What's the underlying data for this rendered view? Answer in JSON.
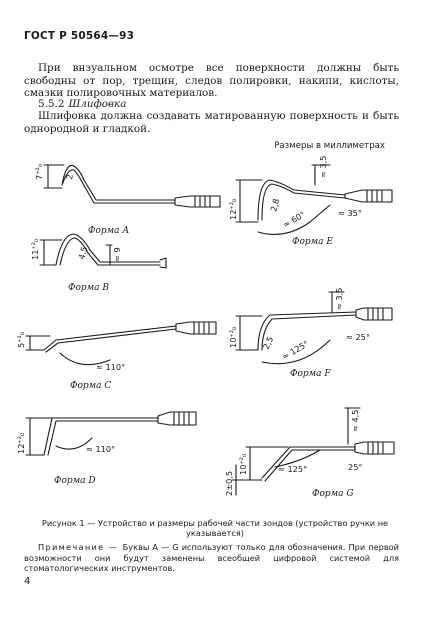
{
  "header": "ГОСТ Р 50564—93",
  "paragraph1": "При внзуальном осмотре все поверхности должны быть свободны от пор, трещин, следов полировки, накипи, кислоты, смазки полировочных материалов.",
  "section": {
    "number": "5.5.2",
    "title": "Шлифовка"
  },
  "paragraph2": "Шлифовка должна создавать матированную поверхность и быть однородной и гладкой.",
  "units_note": "Размеры в миллиметрах",
  "figure": {
    "forms": {
      "A": "Форма А",
      "B": "Форма В",
      "C": "Форма С",
      "D": "Форма D",
      "E": "Форма Е",
      "F": "Форма F",
      "G": "Форма G"
    },
    "dims": {
      "a_h": "7⁺²₀",
      "a_r": "2",
      "e_h": "12⁺²₀",
      "e_r": "2,8",
      "e_ang1": "≈ 60°",
      "e_ang2": "≈ 35°",
      "e_len": "≈ 3,5",
      "b_h": "11⁺²₀",
      "b_r": "4,5",
      "b_len": "≈ 9",
      "c_h": "5⁺²₀",
      "c_ang": "≈ 110°",
      "f_h": "10⁺²₀",
      "f_r": "2,5",
      "f_ang1": "≈ 125°",
      "f_ang2": "≈ 25°",
      "f_len": "≈ 3,5",
      "d_h": "12⁺²₀",
      "d_ang": "≈ 110°",
      "g_h": "10⁺²₀",
      "g_d": "2±0,5",
      "g_ang1": "≈ 125°",
      "g_ang2": "25°",
      "g_len": "≈ 4,5"
    }
  },
  "caption": "Рисунок 1 — Устройство и размеры рабочей части зондов (устройство ручки не указывается)",
  "note": {
    "label": "Примечание — ",
    "text": "Буквы А — G используют только для обозначения. При первой возможности они будут заменены всеобщей цифровой системой для стоматологических инструментов."
  },
  "page_number": "4"
}
